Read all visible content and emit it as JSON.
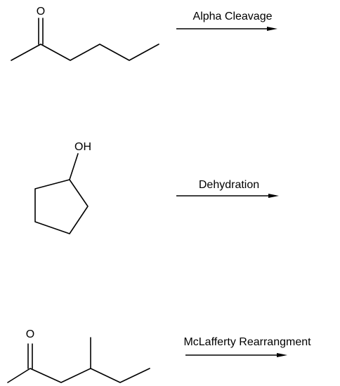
{
  "reactions": [
    {
      "name": "alpha-cleavage",
      "label": "Alpha Cleavage",
      "molecule": "2-hexanone",
      "atoms": [
        "O"
      ]
    },
    {
      "name": "dehydration",
      "label": "Dehydration",
      "molecule": "cyclopentanol",
      "atoms": [
        "OH"
      ]
    },
    {
      "name": "mclafferty-rearrangement",
      "label": "McLafferty Rearrangment",
      "molecule": "4-methyl-2-hexanone",
      "atoms": [
        "O"
      ]
    }
  ]
}
